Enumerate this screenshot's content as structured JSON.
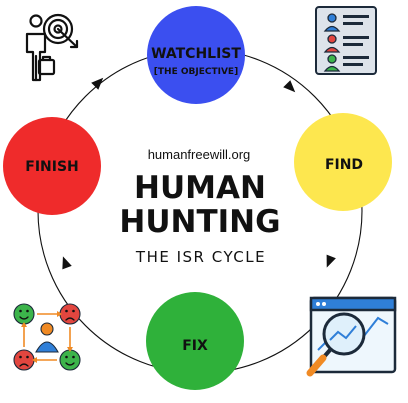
{
  "center": {
    "website": "humanfreewill.org",
    "title_line1": "HUMAN",
    "title_line2": "HUNTING",
    "subtitle": "THE ISR CYCLE"
  },
  "stages": {
    "watchlist": {
      "label_line1": "WATCHLIST",
      "label_line2": "[THE OBJECTIVE]",
      "color": "#3b4ff0"
    },
    "find": {
      "label": "FIND",
      "color": "#fde74f"
    },
    "fix": {
      "label": "FIX",
      "color": "#2fb13a"
    },
    "finish": {
      "label": "FINISH",
      "color": "#ef2b2b"
    }
  },
  "icons": {
    "top_left": "target-businessman-icon",
    "top_right": "profile-list-icon",
    "bottom_left": "people-sentiment-cycle-icon",
    "bottom_right": "magnifier-data-icon"
  },
  "colors": {
    "cycle_ring": "#111111",
    "icon_blue": "#2f7fd8",
    "icon_light_blue": "#dff0fb",
    "icon_red": "#e2463f",
    "icon_green": "#3cb44b",
    "icon_orange": "#f08a24"
  }
}
